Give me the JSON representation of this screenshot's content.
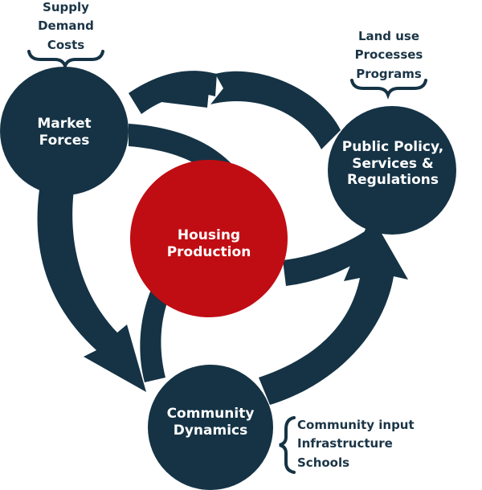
{
  "colors": {
    "navy": "#153345",
    "red": "#c00d13",
    "text_dark": "#1b3547",
    "white": "#ffffff"
  },
  "nodes": {
    "market_forces": {
      "lines": [
        "Market",
        "Forces"
      ]
    },
    "public_policy": {
      "lines": [
        "Public Policy,",
        "Services &",
        "Regulations"
      ]
    },
    "community_dynamics": {
      "lines": [
        "Community",
        "Dynamics"
      ]
    },
    "housing_production": {
      "lines": [
        "Housing",
        "Production"
      ]
    }
  },
  "notes": {
    "market": [
      "Supply",
      "Demand",
      "Costs"
    ],
    "policy": [
      "Land use",
      "Processes",
      "Programs"
    ],
    "community": [
      "Community input",
      "Infrastructure",
      "Schools"
    ]
  }
}
